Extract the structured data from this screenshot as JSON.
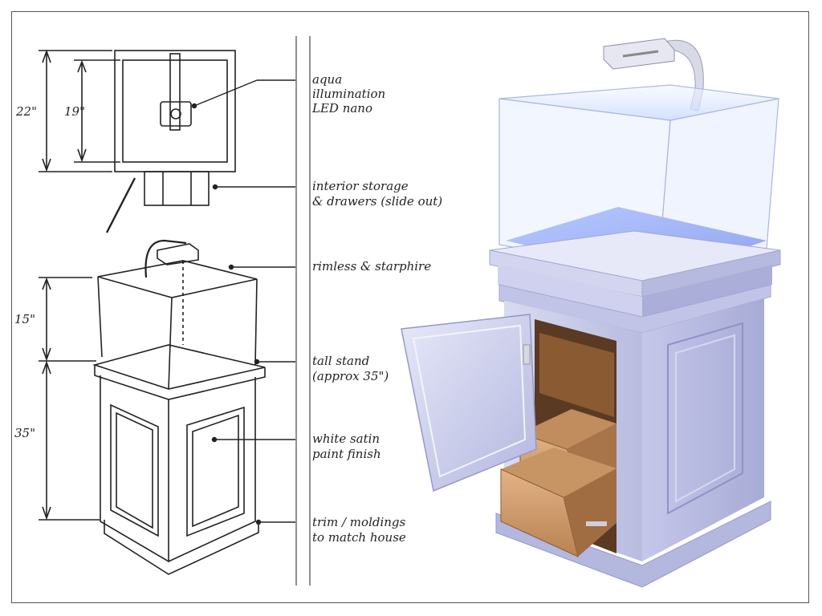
{
  "annotations": {
    "light": [
      "aqua",
      "illumination",
      "LED nano"
    ],
    "storage": [
      "interior storage",
      "& drawers (slide out)"
    ],
    "glass": [
      "rimless & starphire"
    ],
    "stand": [
      "tall stand",
      "(approx 35\")"
    ],
    "finish": [
      "white satin",
      "paint finish"
    ],
    "trim": [
      "trim / moldings",
      "to match house"
    ]
  },
  "dimensions": {
    "outer_height": "22\"",
    "inner_height": "19\"",
    "tank_height": "15\"",
    "stand_height": "35\""
  },
  "colors": {
    "ink": "#222222",
    "cabinet": "#c9cbec",
    "wood": "#d29c6d",
    "glass": "#dce8ff"
  }
}
